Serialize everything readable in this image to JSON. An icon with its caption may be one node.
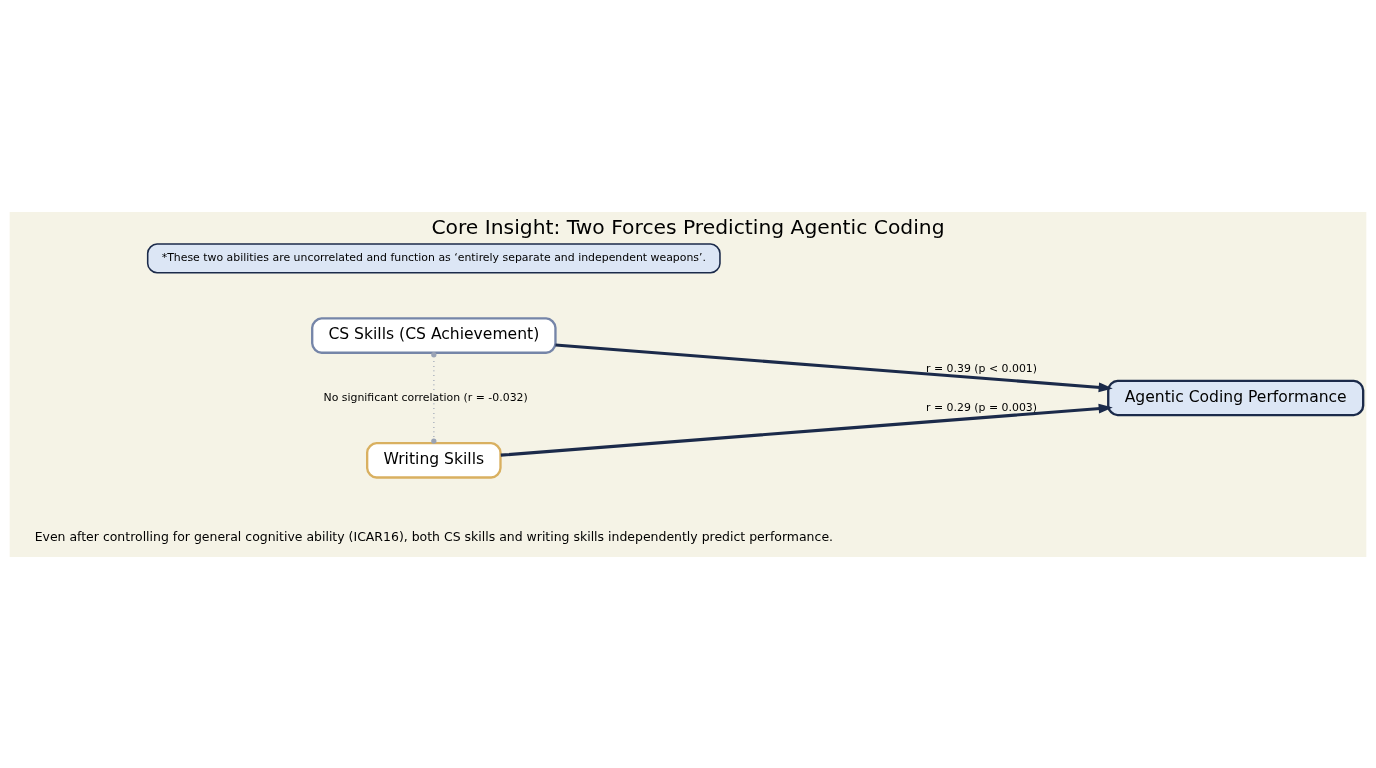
{
  "diagram": {
    "title": "Core Insight: Two Forces Predicting Agentic Coding",
    "nodes": [
      {
        "text": [
          "CS Skills (CS Achievement)"
        ]
      },
      {
        "text": [
          "Writing Skills"
        ]
      },
      {
        "text": [
          "Agentic Coding Performance"
        ]
      },
      {
        "text": [
          "*These two abilities are uncorrelated and function as ‘entirely separate and independent weapons’."
        ]
      }
    ],
    "edges": [
      {
        "from": 0,
        "to": 2,
        "arrow": "to",
        "label": "r = 0.39 (p < 0.001)"
      },
      {
        "from": 1,
        "to": 2,
        "arrow": "to",
        "label": "r = 0.29 (p = 0.003)"
      },
      {
        "from": 0,
        "to": 1,
        "arrow": "other",
        "label": "No significant correlation (r = -0.032)",
        "style": "dashed",
        "color": "#9aa3b5"
      }
    ],
    "labels": [
      "Even after controlling for general cognitive ability (ICAR16), both CS skills and writing skills independently predict performance."
    ]
  }
}
